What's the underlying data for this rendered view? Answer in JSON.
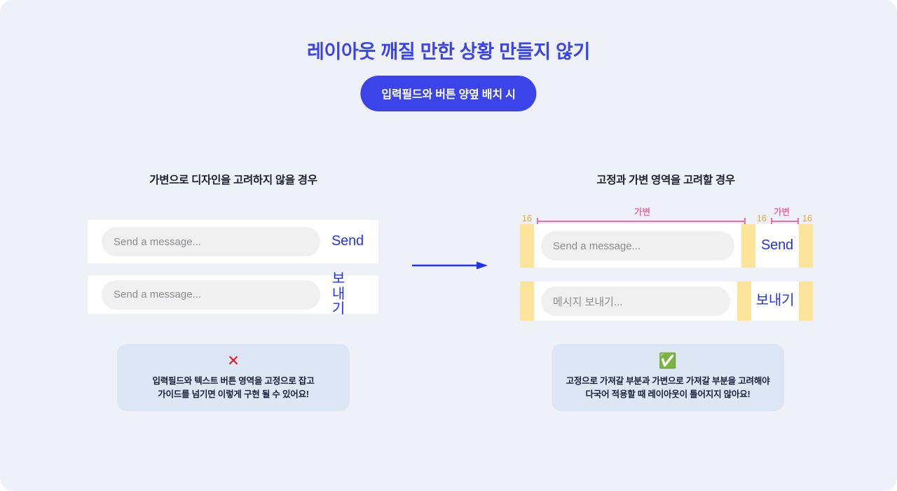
{
  "header": {
    "title": "레이아웃 깨질 만한 상황 만들지 않기",
    "pill_label": "입력필드와 버튼 양옆 배치 시",
    "title_color": "#3b44e8",
    "pill_color": "#3b44e8"
  },
  "sections": {
    "left_title": "가변으로 디자인을 고려하지 않을 경우",
    "right_title": "고정과 가변 영역을 고려할 경우"
  },
  "left_panel": {
    "rows": [
      {
        "placeholder": "Send a message...",
        "button_label": "Send"
      },
      {
        "placeholder": "Send a message...",
        "button_label": "보내기"
      }
    ]
  },
  "right_panel": {
    "rows": [
      {
        "placeholder": "Send a message...",
        "button_label": "Send"
      },
      {
        "placeholder": "메시지 보내기...",
        "button_label": "보내기"
      }
    ],
    "annotations": {
      "fixed_1": "16",
      "fixed_2": "16",
      "fixed_3": "16",
      "variable_field": "가변",
      "variable_button": "가변",
      "fixed_color": "#e0a93a",
      "variable_color": "#ef6ba6",
      "fixed_bar_color": "#fce49b"
    }
  },
  "callouts": {
    "left": {
      "mark": "✕",
      "line1": "입력필드와 텍스트 버튼 영역을 고정으로 잡고",
      "line2": "가이드를 넘기면 이렇게 구현 될 수 있어요!"
    },
    "right": {
      "mark": "✅",
      "line1": "고정으로 가져갈 부분과 가변으로 가져갈 부분을 고려해야",
      "line2": "다국어 적용할 때 레이아웃이 틀어지지 않아요!"
    }
  },
  "arrow": {
    "name": "right-arrow",
    "color": "#2233ee"
  },
  "theme": {
    "background": "#eef1f7",
    "card": "#ffffff",
    "input_fill": "#f0f0f0",
    "placeholder_text": "#8b8d93",
    "link_blue": "#2233ee",
    "callout_bg": "#dce6f4"
  }
}
